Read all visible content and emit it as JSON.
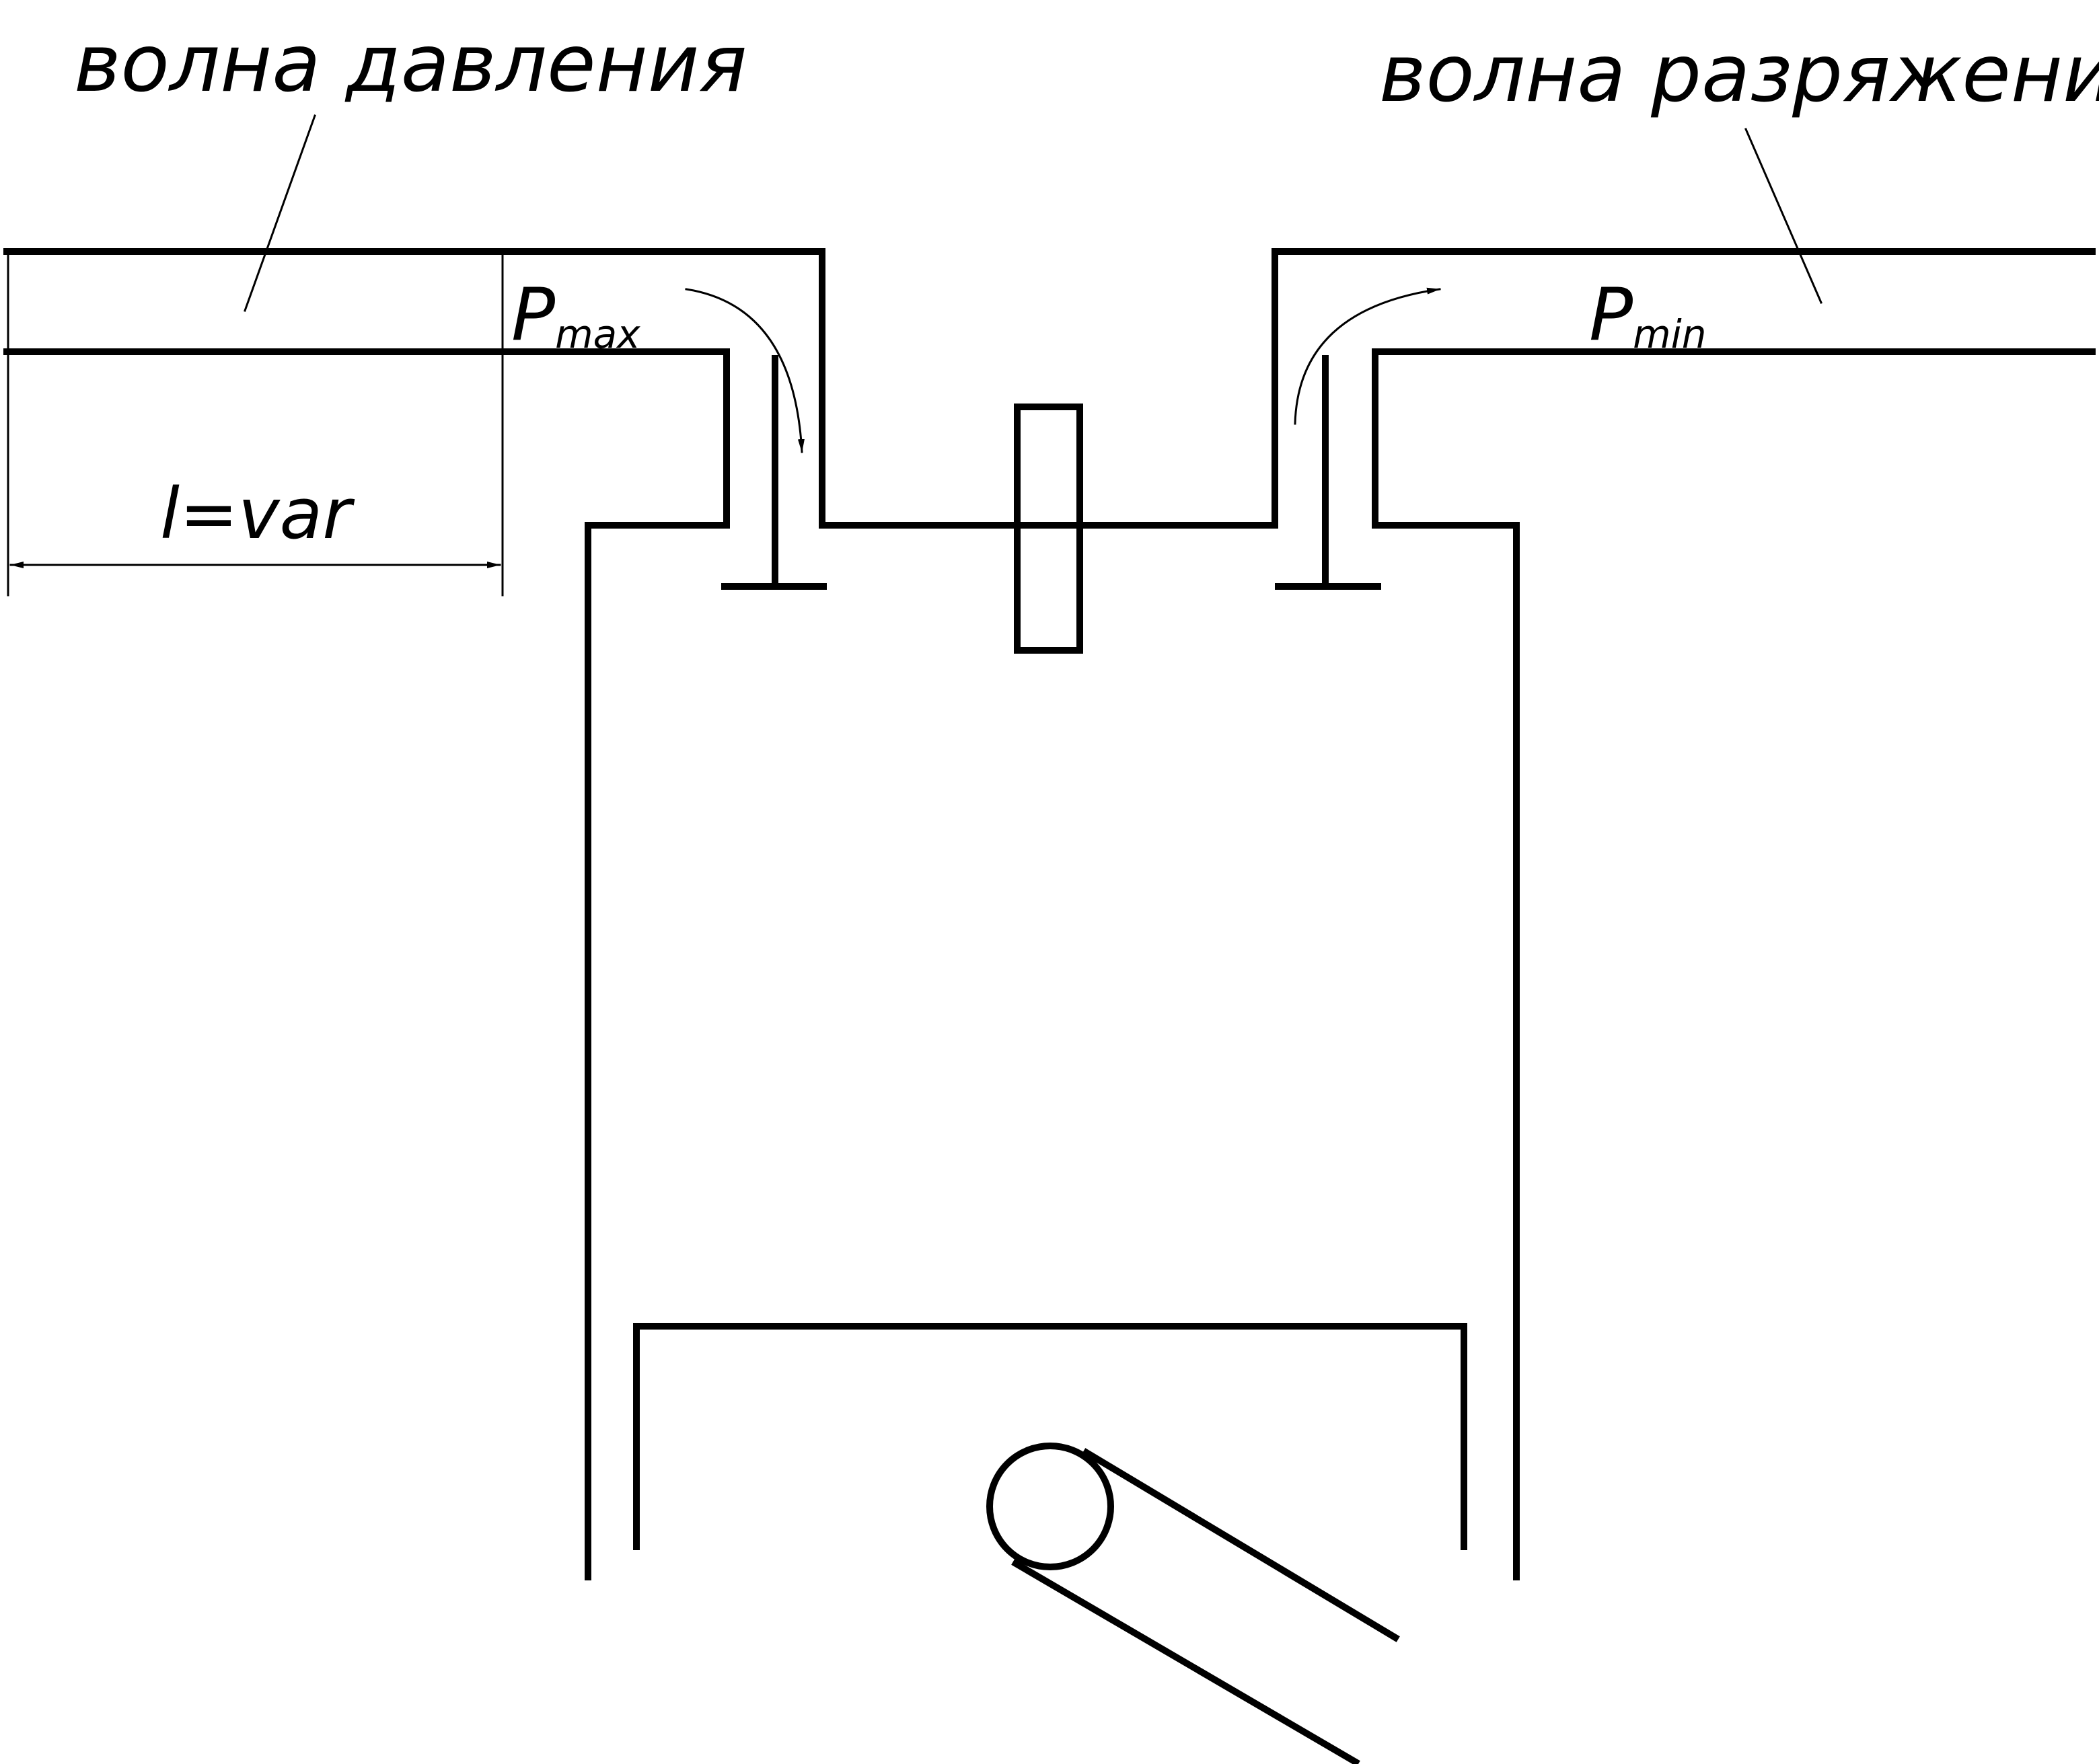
{
  "labels": {
    "pressure_wave": "волна давления",
    "rarefaction_wave": "волна разряжения",
    "p_max": "P",
    "p_max_sub": "max",
    "p_min": "P",
    "p_min_sub": "min",
    "length": "l=var"
  },
  "colors": {
    "line": "#000000",
    "background": "#ffffff"
  }
}
